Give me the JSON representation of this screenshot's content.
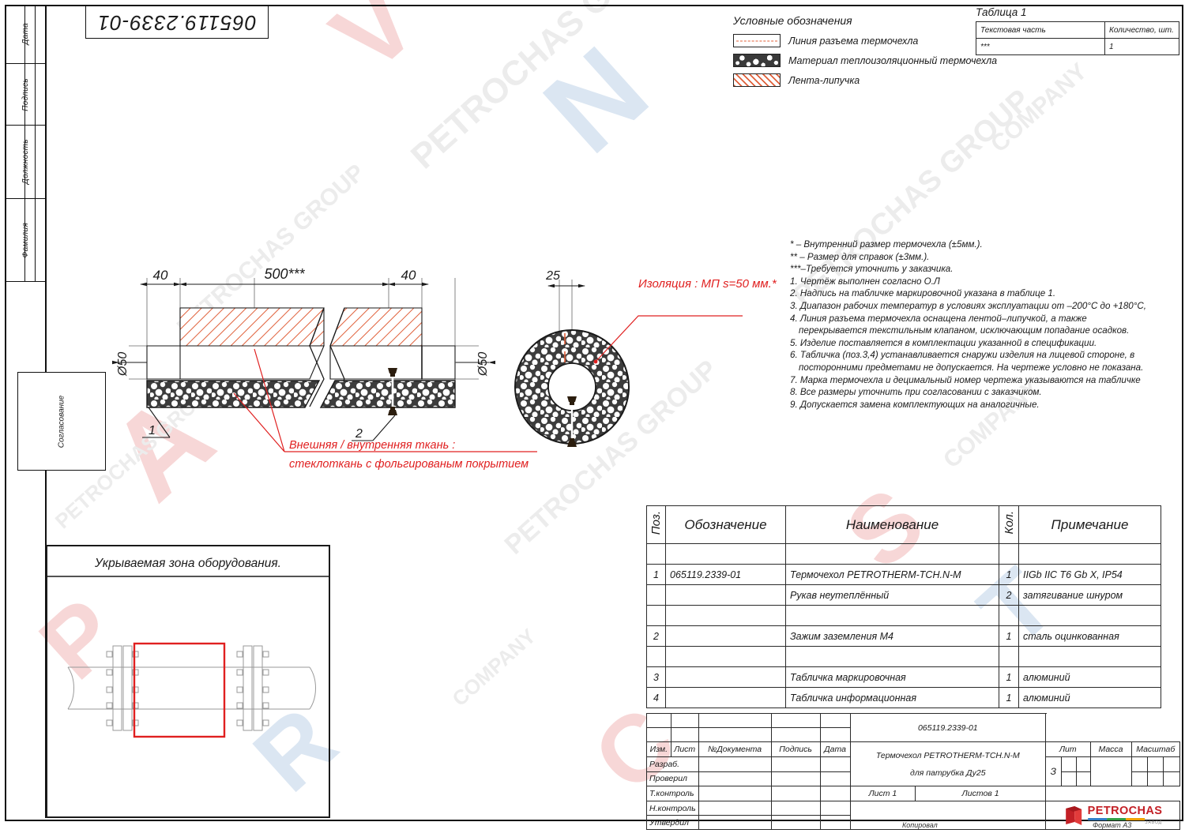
{
  "drawing_number": "065119.2339-01",
  "left_margin": {
    "rows": [
      "Дата",
      "Подпись",
      "Должность",
      "Фамилия"
    ],
    "soglasovanie": "Согласование"
  },
  "legend": {
    "title": "Условные обозначения",
    "items": [
      {
        "icon": "dashed-line-swatch",
        "label": "Линия разъема термочехла"
      },
      {
        "icon": "insulation-material-swatch",
        "label": "Материал теплоизоляционный термочехла"
      },
      {
        "icon": "velcro-tape-swatch",
        "label": "Лента-липучка"
      }
    ]
  },
  "table1": {
    "title": "Таблица 1",
    "headers": [
      "Текстовая часть",
      "Количество, шт."
    ],
    "rows": [
      [
        "***",
        "1"
      ]
    ]
  },
  "notes": [
    "*  – Внутренний размер термочехла (±5мм.).",
    "** – Размер для справок (±3мм.).",
    "***–Требуется уточнить у заказчика.",
    "1. Чертёж выполнен согласно О.Л",
    "2. Надпись на табличке маркировочной указана в таблице 1.",
    "3. Диапазон рабочих температур в условиях эксплуатации от –200°С до +180°С,",
    "4. Линия разъема термочехла оснащена лентой–липучкой, а также",
    "перекрывается текстильным клапаном, исключающим попадание осадков.",
    "5. Изделие поставляется в комплектации указанной в спецификации.",
    "6. Табличка (поз.3,4) устанавливается снаружи изделия на лицевой стороне, в",
    "посторонними предметами не допускается. На чертеже условно не показана.",
    "7. Марка термочехла и децимальный номер чертежа указываются на табличке",
    "8. Все размеры уточнить при согласовании с заказчиком.",
    "9. Допускается замена комплектующих на аналогичные."
  ],
  "main_drawing": {
    "dimensions": {
      "left_40": "40",
      "center_500": "500***",
      "right_40": "40",
      "section_25": "25",
      "dia_left": "Ø50",
      "dia_right": "Ø50"
    },
    "callouts": {
      "insulation": "Изоляция : МП  s=50 мм.*",
      "fabric_line1": "Внешняя / внутренняя ткань :",
      "fabric_line2": "стеклоткань с фольгированым покрытием",
      "balloon_1": "1",
      "balloon_2": "2"
    }
  },
  "zone_panel": {
    "title": "Укрываемая зона оборудования."
  },
  "spec_table": {
    "headers": [
      "Поз.",
      "Обозначение",
      "Наименование",
      "Кол.",
      "Примечание"
    ],
    "rows": [
      {
        "pos": "",
        "oboz": "",
        "naim": "",
        "kol": "",
        "prim": ""
      },
      {
        "pos": "1",
        "oboz": "065119.2339-01",
        "naim": "Термочехол PETROTHERM-TCH.N-M",
        "kol": "1",
        "prim": "IIGb IIC T6 Gb X, IP54"
      },
      {
        "pos": "",
        "oboz": "",
        "naim": "Рукав неутеплённый",
        "kol": "2",
        "prim": "затягивание шнуром"
      },
      {
        "pos": "",
        "oboz": "",
        "naim": "",
        "kol": "",
        "prim": ""
      },
      {
        "pos": "2",
        "oboz": "",
        "naim": "Зажим заземления М4",
        "kol": "1",
        "prim": "сталь оцинкованная"
      },
      {
        "pos": "",
        "oboz": "",
        "naim": "",
        "kol": "",
        "prim": ""
      },
      {
        "pos": "3",
        "oboz": "",
        "naim": "Табличка маркировочная",
        "kol": "1",
        "prim": "алюминий"
      },
      {
        "pos": "4",
        "oboz": "",
        "naim": "Табличка информационная",
        "kol": "1",
        "prim": "алюминий"
      }
    ]
  },
  "title_block": {
    "big_number": "065119.2339-01",
    "product_name_line1": "Термочехол PETROTHERM-TCH.N-M",
    "product_name_line2": "для патрубка Ду25",
    "rev_headers": [
      "Изм.",
      "Лист",
      "№Документа",
      "Подпись",
      "Дата"
    ],
    "role_rows": [
      "Разраб.",
      "Проверил",
      "Т.контроль",
      "Н.контроль",
      "Утвердил"
    ],
    "lit_header": "Лит",
    "massa_header": "Масса",
    "masshtab_header": "Масштаб",
    "lit_value": "З",
    "massa_value": "",
    "masshtab_value": "",
    "list_label": "Лист 1",
    "listov_label": "Листов  1",
    "logo": {
      "word": "PETROCHAS",
      "sub": "ЗАВОД",
      "bar_colors": [
        "#2f7ec8",
        "#2f9e44",
        "#f0a000"
      ],
      "mark_color": "#c32026"
    }
  },
  "footer": {
    "kopiroval": "Копировал",
    "format": "Формат А3"
  },
  "colors": {
    "red_accent": "#e02020",
    "velcro_orange": "#e0603a",
    "ink": "#1a1a1a"
  }
}
